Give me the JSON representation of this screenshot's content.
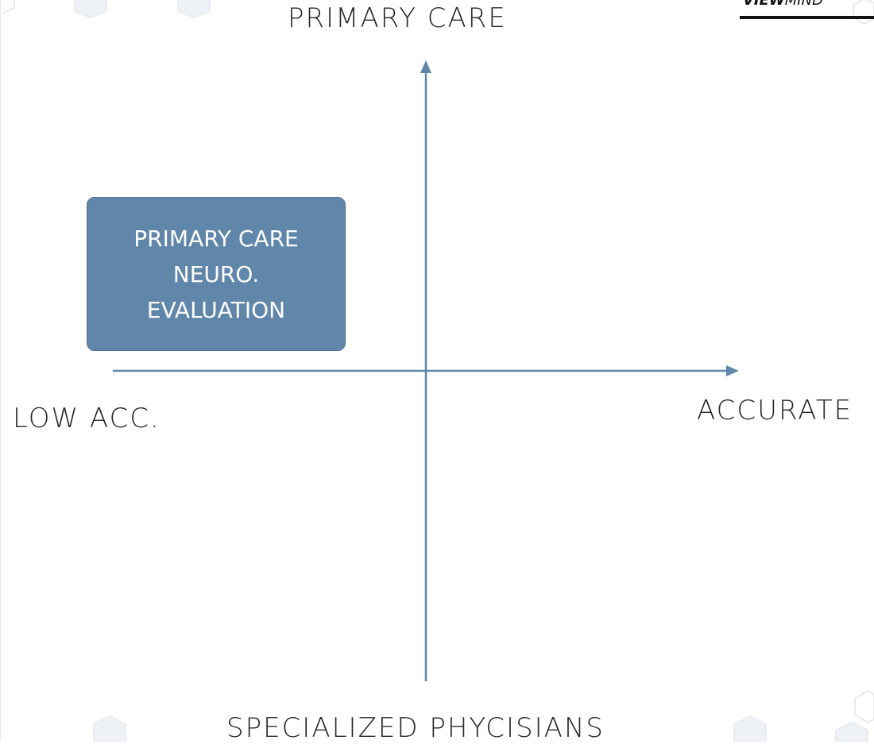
{
  "diagram": {
    "axes": {
      "top_label": "PRIMARY CARE",
      "bottom_label": "SPECIALIZED PHYCISIANS",
      "left_label": "LOW ACC.",
      "right_label": "ACCURATE"
    },
    "quadrant_box": {
      "lines": [
        "PRIMARY CARE",
        "NEURO.",
        "EVALUATION"
      ]
    },
    "colors": {
      "axis": "#6087aa",
      "box_fill": "#6087aa",
      "box_text": "#ffffff",
      "label_text": "#2a2a2a"
    }
  },
  "brand": {
    "logo_bold": "VIEW",
    "logo_light": "MIND"
  },
  "decor": {
    "background_pattern": "faint hexagon outlines"
  }
}
